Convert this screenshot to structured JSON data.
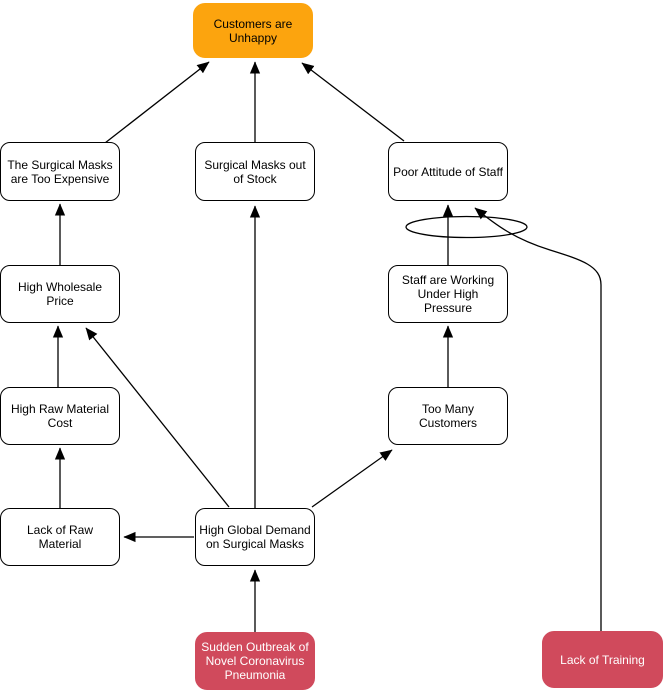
{
  "diagram": {
    "kind": "cause-effect-tree",
    "colors": {
      "effect_fill": "#fca40e",
      "cause_fill": "#ffffff",
      "cause_stroke": "#000000",
      "root_fill": "#d04a5c",
      "root_text": "#ffffff",
      "edge_stroke": "#000000",
      "text": "#000000"
    }
  },
  "nodes": {
    "unhappy": {
      "label": "Customers are Unhappy",
      "kind": "effect"
    },
    "expensive": {
      "label": "The Surgical Masks are Too Expensive",
      "kind": "cause"
    },
    "out_of_stock": {
      "label": "Surgical Masks out of Stock",
      "kind": "cause"
    },
    "poor_attitude": {
      "label": "Poor Attitude of Staff",
      "kind": "cause"
    },
    "wholesale": {
      "label": "High Wholesale Price",
      "kind": "cause"
    },
    "pressure": {
      "label": "Staff are Working Under High Pressure",
      "kind": "cause"
    },
    "raw_cost": {
      "label": "High Raw Material Cost",
      "kind": "cause"
    },
    "too_many": {
      "label": "Too Many Customers",
      "kind": "cause"
    },
    "lack_raw": {
      "label": "Lack of Raw Material",
      "kind": "cause"
    },
    "demand": {
      "label": "High Global Demand on Surgical Masks",
      "kind": "cause"
    },
    "outbreak": {
      "label": "Sudden Outbreak of Novel Coronavirus Pneumonia",
      "kind": "root"
    },
    "training": {
      "label": "Lack of Training",
      "kind": "root"
    }
  },
  "edges": [
    {
      "from": "expensive",
      "to": "unhappy"
    },
    {
      "from": "out_of_stock",
      "to": "unhappy"
    },
    {
      "from": "poor_attitude",
      "to": "unhappy"
    },
    {
      "from": "wholesale",
      "to": "expensive"
    },
    {
      "from": "raw_cost",
      "to": "wholesale"
    },
    {
      "from": "lack_raw",
      "to": "raw_cost"
    },
    {
      "from": "demand",
      "to": "lack_raw"
    },
    {
      "from": "demand",
      "to": "wholesale"
    },
    {
      "from": "demand",
      "to": "out_of_stock"
    },
    {
      "from": "demand",
      "to": "too_many"
    },
    {
      "from": "too_many",
      "to": "pressure"
    },
    {
      "from": "pressure",
      "to": "poor_attitude"
    },
    {
      "from": "training",
      "to": "poor_attitude"
    },
    {
      "from": "outbreak",
      "to": "demand"
    }
  ]
}
